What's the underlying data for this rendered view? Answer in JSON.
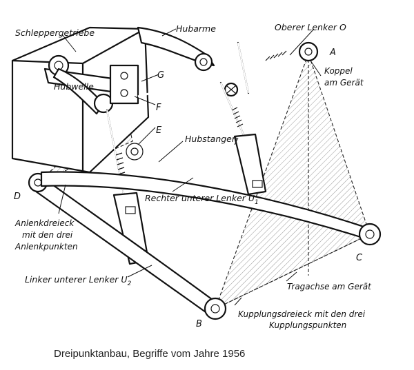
{
  "labels": {
    "schleppergetriebe": "Schleppergetriebe",
    "hubarme": "Hubarme",
    "oberer_lenker": "Oberer Lenker O",
    "point_a": "A",
    "koppel_line1": "Koppel",
    "koppel_line2": "am Gerät",
    "hubwelle": "Hubwelle",
    "point_g": "G",
    "point_f": "F",
    "point_e": "E",
    "hubstangen": "Hubstangen",
    "point_d": "D",
    "rechter_unterer_lenker": "Rechter unterer Lenker U",
    "rechter_sub": "1",
    "anlenkdreieck_line1": "Anlenkdreieck",
    "anlenkdreieck_line2": "mit den drei",
    "anlenkdreieck_line3": "Anlenkpunkten",
    "point_c": "C",
    "linker_unterer_lenker": "Linker unterer Lenker U",
    "linker_sub": "2",
    "tragachse": "Tragachse am Gerät",
    "point_b": "B",
    "kupplungsdreieck_line1": "Kupplungsdreieck mit den drei",
    "kupplungsdreieck_line2": "Kupplungspunkten"
  },
  "caption": "Dreipunktanbau, Begriffe vom Jahre 1956"
}
